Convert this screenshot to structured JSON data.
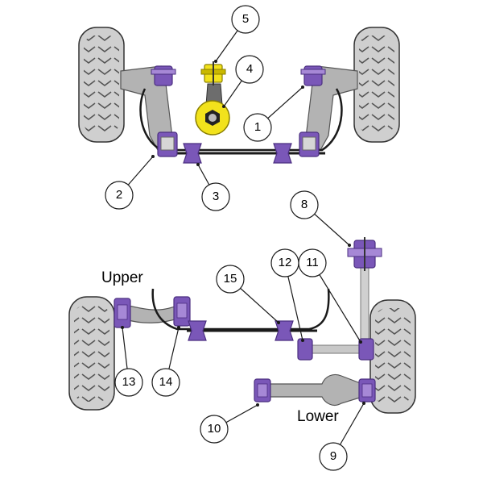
{
  "colors": {
    "bush": "#7a57b8",
    "bush_dark": "#4b2f80",
    "bush_light": "#a688d6",
    "arm": "#b3b3b3",
    "arm_dark": "#6d6d6d",
    "tyre": "#c9c9c9",
    "tyre_dark": "#555555",
    "engine_mount": "#f2e21c",
    "line": "#1a1a1a",
    "circle_fill": "#ffffff"
  },
  "labels": {
    "upper": "Upper",
    "lower": "Lower"
  },
  "callouts": [
    {
      "id": "c1",
      "text": "1"
    },
    {
      "id": "c2",
      "text": "2"
    },
    {
      "id": "c3",
      "text": "3"
    },
    {
      "id": "c4",
      "text": "4"
    },
    {
      "id": "c5",
      "text": "5"
    },
    {
      "id": "c8",
      "text": "8"
    },
    {
      "id": "c9",
      "text": "9"
    },
    {
      "id": "c10",
      "text": "10"
    },
    {
      "id": "c11",
      "text": "11"
    },
    {
      "id": "c12",
      "text": "12"
    },
    {
      "id": "c13",
      "text": "13"
    },
    {
      "id": "c14",
      "text": "14"
    },
    {
      "id": "c15",
      "text": "15"
    }
  ]
}
